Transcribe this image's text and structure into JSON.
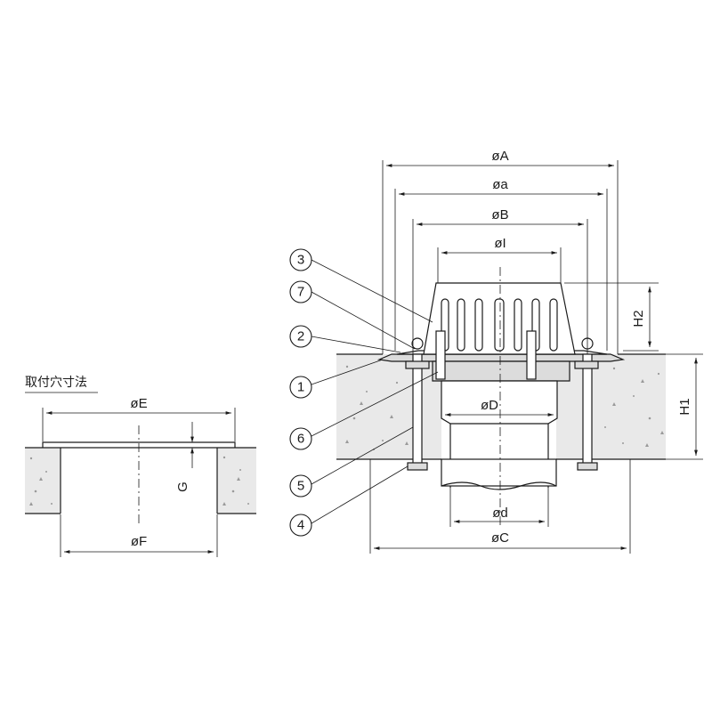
{
  "left_view": {
    "title": "取付穴寸法",
    "dims": {
      "E": "øE",
      "F": "øF",
      "G": "G"
    }
  },
  "main_view": {
    "dims": {
      "A": "øA",
      "a": "øa",
      "B": "øB",
      "I": "øI",
      "D": "øD",
      "d": "ød",
      "C": "øC",
      "H1": "H1",
      "H2": "H2"
    },
    "callouts": [
      "3",
      "7",
      "2",
      "1",
      "6",
      "5",
      "4"
    ]
  }
}
